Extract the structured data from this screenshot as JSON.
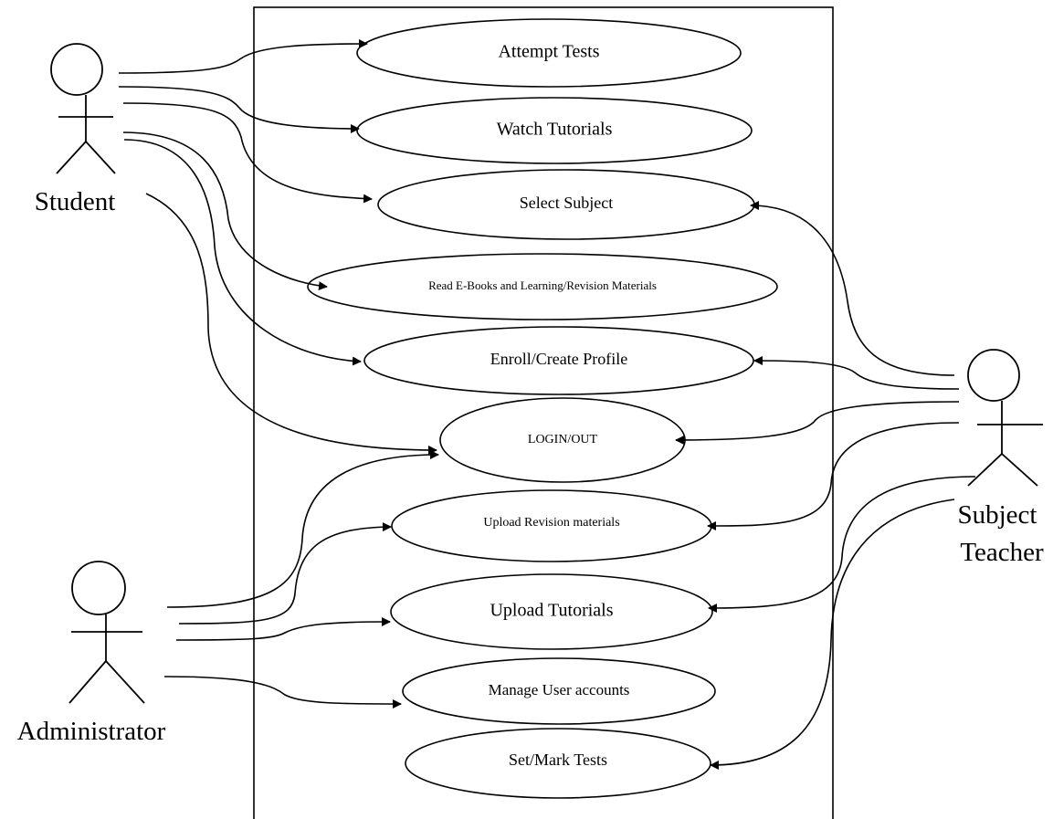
{
  "actors": {
    "student": {
      "label": "Student"
    },
    "administrator": {
      "label": "Administrator"
    },
    "subject_teacher": {
      "label_line1": "Subject",
      "label_line2": "Teacher"
    }
  },
  "use_cases": {
    "attempt_tests": "Attempt Tests",
    "watch_tutorials": "Watch Tutorials",
    "select_subject": "Select Subject",
    "read_ebooks": "Read E-Books and Learning/Revision Materials",
    "enroll_profile": "Enroll/Create Profile",
    "login_out": "LOGIN/OUT",
    "upload_revision": "Upload Revision materials",
    "upload_tutorials": "Upload Tutorials",
    "manage_accounts": "Manage User accounts",
    "set_mark_tests": "Set/Mark Tests"
  },
  "colors": {
    "stroke": "#000000",
    "background": "#ffffff"
  }
}
